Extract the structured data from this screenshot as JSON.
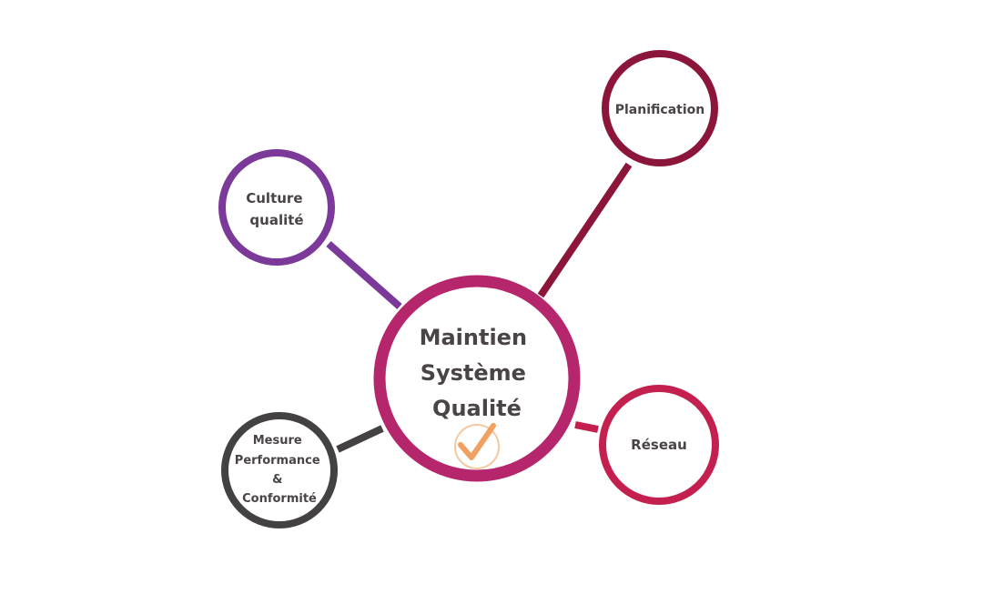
{
  "center": {
    "lines": [
      "Maintien",
      "Système",
      "Qualité"
    ],
    "color": "#b5266c",
    "icon": "checkmark-icon",
    "icon_color": "#f0a060"
  },
  "nodes": {
    "culture": {
      "lines": [
        "Culture",
        "qualité"
      ],
      "color": "#7b3a99"
    },
    "planification": {
      "lines": [
        "Planification"
      ],
      "color": "#8c1639"
    },
    "reseau": {
      "lines": [
        "Réseau"
      ],
      "color": "#c4204f"
    },
    "mesure": {
      "lines": [
        "Mesure",
        "Performance",
        "&",
        "Conformité"
      ],
      "color": "#444142"
    }
  }
}
